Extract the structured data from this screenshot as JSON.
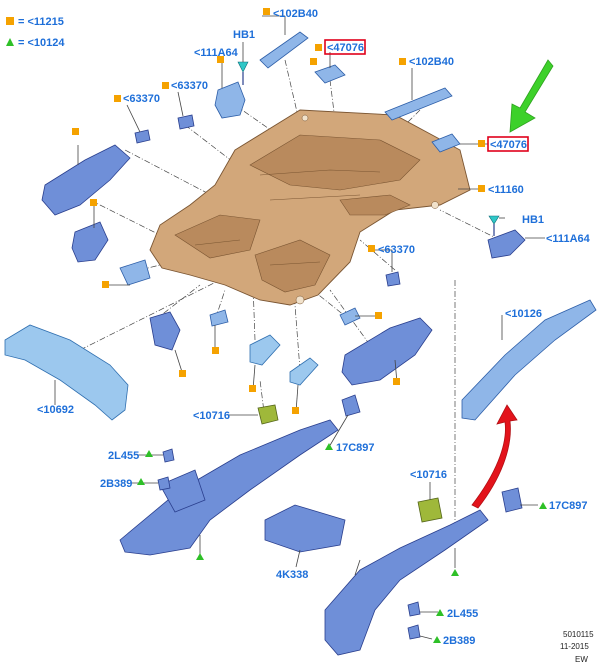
{
  "legend": {
    "square_color": "#f5a200",
    "triangle_color": "#2ec027",
    "square_text": "= <11215",
    "triangle_text": "= <10124"
  },
  "labels": {
    "hb1_top": "HB1",
    "l_111A64_top": "<111A64",
    "l_102B40_top": "<102B40",
    "l_47076_top": "<47076",
    "l_102B40_right": "<102B40",
    "l_63370_a": "<63370",
    "l_63370_b": "<63370",
    "l_47076_right": "<47076",
    "l_11160": "<11160",
    "hb1_right": "HB1",
    "l_111A64_right": "<111A64",
    "l_63370_right": "<63370",
    "l_10126": "<10126",
    "l_10692": "<10692",
    "l_10716_left": "<10716",
    "l_17C897_mid": "17C897",
    "l_2L455_left": "2L455",
    "l_2B389_left": "2B389",
    "l_10716_right": "<10716",
    "l_17C897_right": "17C897",
    "l_4K338": "4K338",
    "l_2L455_bottom": "2L455",
    "l_2B389_bottom": "2B389"
  },
  "footer": {
    "code": "5010115",
    "date": "11-2015",
    "region": "EW"
  },
  "colors": {
    "highlight_box": "#e0001a",
    "arrow_green": "#3dd12a",
    "arrow_red": "#e3131b",
    "label_blue": "#1e6fd9"
  }
}
